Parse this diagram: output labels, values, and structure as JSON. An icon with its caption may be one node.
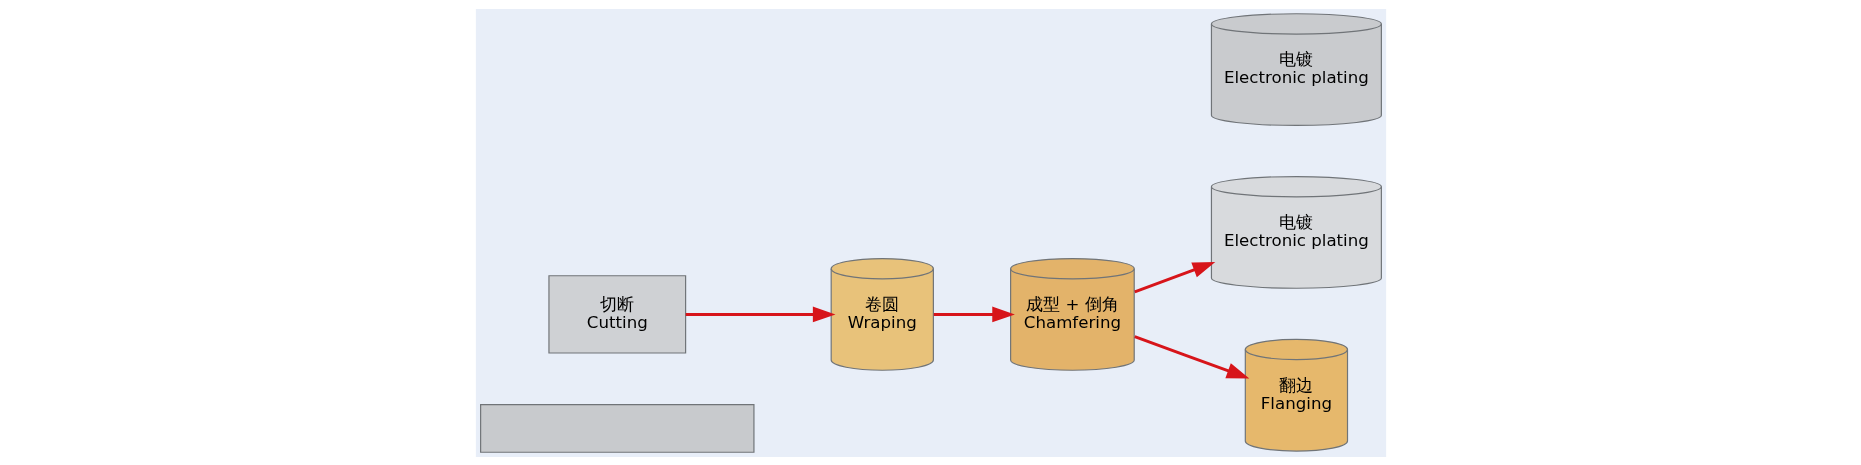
{
  "diagram": {
    "nodes": [
      {
        "text": [],
        "shape": "bar"
      },
      {
        "text": [
          "切断",
          "Cutting"
        ]
      },
      {
        "text": [
          "卷圆",
          "Wraping"
        ]
      },
      {
        "text": [
          "成型 + 倒角",
          "Chamfering"
        ]
      },
      {
        "text": [
          "电镀",
          "Electronic plating"
        ]
      },
      {
        "text": [
          "翻边",
          "Flanging"
        ]
      },
      {
        "text": [
          "电镀",
          "Electronic plating"
        ]
      }
    ],
    "edges": [
      {
        "from": 1,
        "to": 2,
        "arrow": "to"
      },
      {
        "from": 2,
        "to": 3,
        "arrow": "to"
      },
      {
        "from": 3,
        "to": 4,
        "arrow": "to"
      },
      {
        "from": 3,
        "to": 5,
        "arrow": "to"
      }
    ]
  }
}
